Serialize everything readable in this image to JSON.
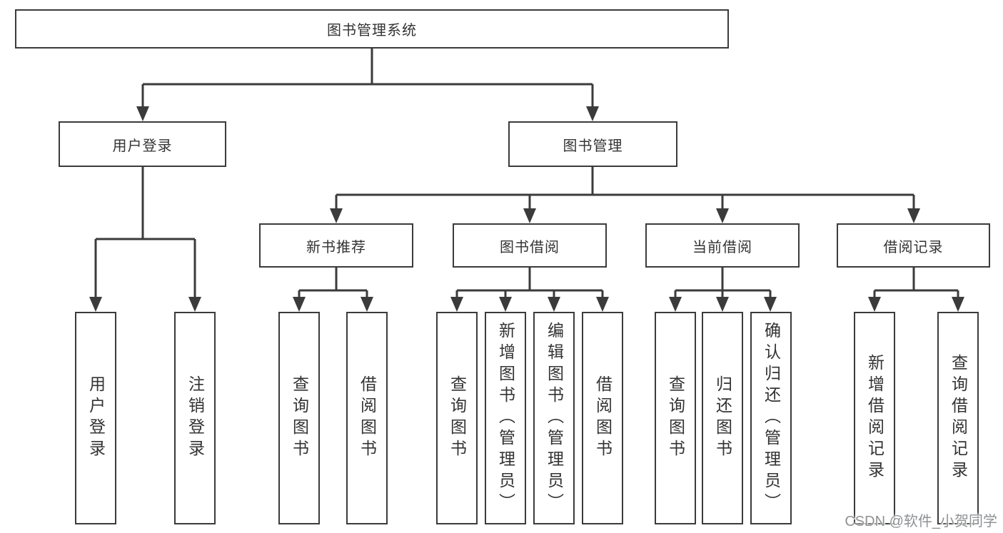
{
  "diagram": {
    "type": "hierarchy-tree",
    "root": {
      "label": "图书管理系统"
    },
    "branches": [
      {
        "label": "用户登录",
        "children": [
          {
            "label": "用户登录"
          },
          {
            "label": "注销登录"
          }
        ]
      },
      {
        "label": "图书管理",
        "children": [
          {
            "label": "新书推荐",
            "children": [
              {
                "label": "查询图书"
              },
              {
                "label": "借阅图书"
              }
            ]
          },
          {
            "label": "图书借阅",
            "children": [
              {
                "label": "查询图书"
              },
              {
                "label": "新增图书（管理员）"
              },
              {
                "label": "编辑图书（管理员）"
              },
              {
                "label": "借阅图书"
              }
            ]
          },
          {
            "label": "当前借阅",
            "children": [
              {
                "label": "查询图书"
              },
              {
                "label": "归还图书"
              },
              {
                "label": "确认归还（管理员）"
              }
            ]
          },
          {
            "label": "借阅记录",
            "children": [
              {
                "label": "新增借阅记录"
              },
              {
                "label": "查询借阅记录"
              }
            ]
          }
        ]
      }
    ]
  },
  "colors": {
    "line": "#3b3b3c",
    "text": "#333333",
    "background": "#ffffff",
    "watermark": "#8f9193"
  },
  "watermark": {
    "text": "CSDN @软件_小贺同学"
  }
}
